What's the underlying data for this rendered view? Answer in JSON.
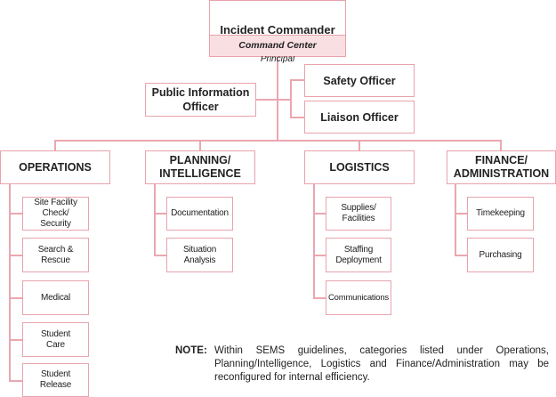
{
  "commander": {
    "title": "Incident Commander",
    "subtitle": "Principal",
    "location": "Command Center"
  },
  "staff": {
    "public_info": "Public Information\nOfficer",
    "safety": "Safety Officer",
    "liaison": "Liaison Officer"
  },
  "sections": [
    {
      "label": "OPERATIONS",
      "units": [
        "Site Facility\nCheck/\nSecurity",
        "Search &\nRescue",
        "Medical",
        "Student\nCare",
        "Student\nRelease"
      ]
    },
    {
      "label": "PLANNING/\nINTELLIGENCE",
      "units": [
        "Documentation",
        "Situation\nAnalysis"
      ]
    },
    {
      "label": "LOGISTICS",
      "units": [
        "Supplies/\nFacilities",
        "Staffing\nDeployment",
        "Communications"
      ]
    },
    {
      "label": "FINANCE/\nADMINISTRATION",
      "units": [
        "Timekeeping",
        "Purchasing"
      ]
    }
  ],
  "note": {
    "label": "NOTE:",
    "text": "Within SEMS guidelines, categories listed under Operations, Planning/Intelligence, Logistics and Finance/Administration may be reconfigured for internal efficiency."
  },
  "colors": {
    "border": "#e8a3ac",
    "fill": "#f9dfe2"
  }
}
